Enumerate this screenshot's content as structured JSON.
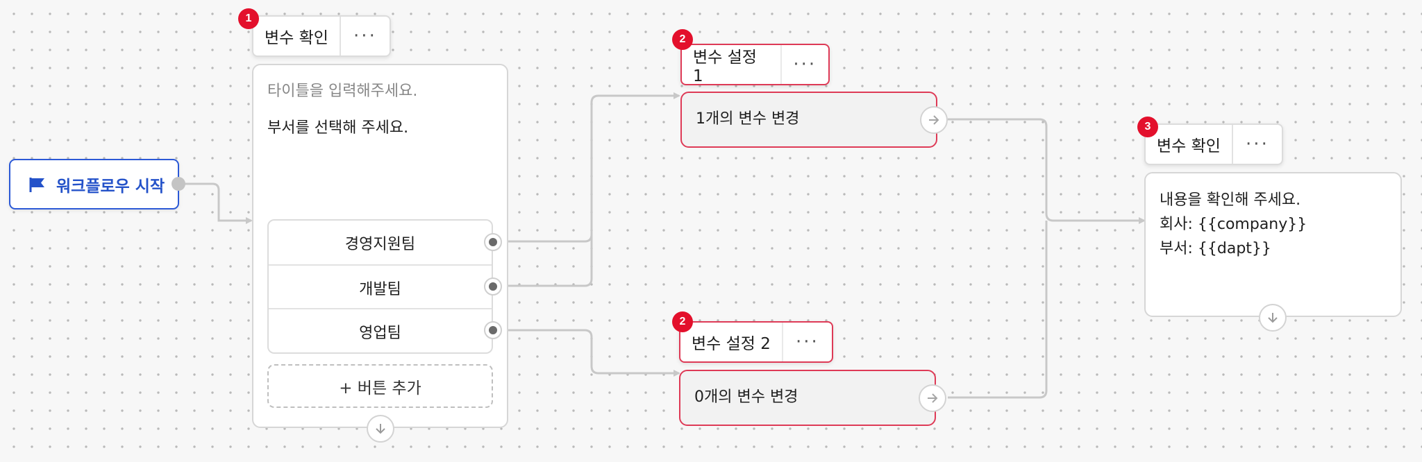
{
  "start": {
    "label": "워크플로우 시작",
    "icon": "flag-icon"
  },
  "node1": {
    "badge": "1",
    "title": "변수 확인",
    "more": "···",
    "title_placeholder": "타이틀을 입력해주세요.",
    "message": "부서를 선택해 주세요.",
    "buttons": [
      "경영지원팀",
      "개발팀",
      "영업팀"
    ],
    "add_button": "+ 버튼 추가"
  },
  "node2a": {
    "badge": "2",
    "title": "변수 설정 1",
    "more": "···",
    "body": "1개의 변수 변경"
  },
  "node2b": {
    "badge": "2",
    "title": "변수 설정 2",
    "more": "···",
    "body": "0개의 변수 변경"
  },
  "node3": {
    "badge": "3",
    "title": "변수 확인",
    "more": "···",
    "lines": [
      "내용을 확인해 주세요.",
      "회사: {{company}}",
      "부서: {{dapt}}"
    ]
  },
  "colors": {
    "accent_blue": "#2452c9",
    "error_red": "#de3a56",
    "badge_red": "#e3102c",
    "edge_grey": "#c8c8c8"
  }
}
